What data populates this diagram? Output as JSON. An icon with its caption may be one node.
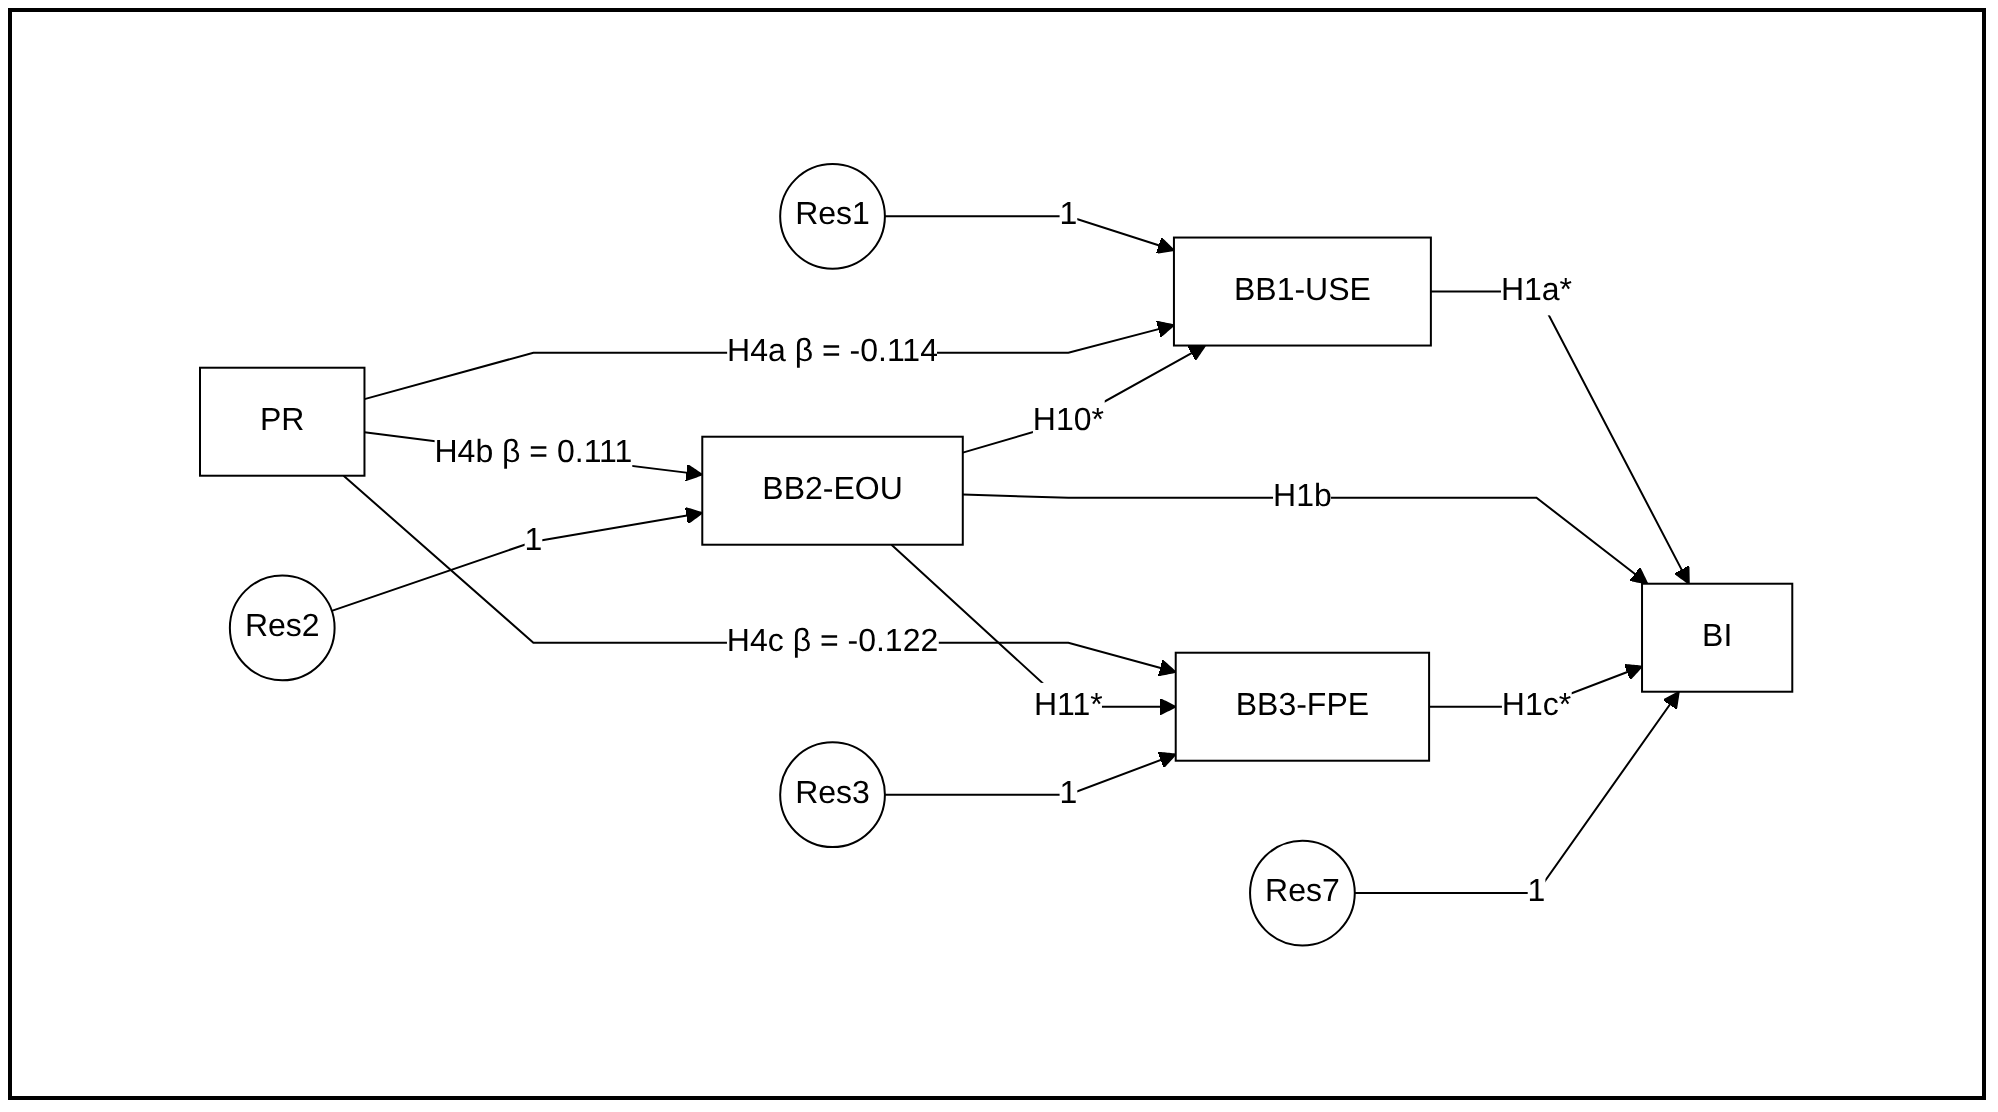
{
  "diagram": {
    "nodes": [
      {
        "text": [
          "Res1"
        ]
      },
      {
        "text": [
          "BB1-USE"
        ]
      },
      {
        "text": [
          "Res2"
        ]
      },
      {
        "text": [
          "PR"
        ]
      },
      {
        "text": [
          "BB2-EOU"
        ]
      },
      {
        "text": [
          "BI"
        ]
      },
      {
        "text": [
          "Res7"
        ]
      },
      {
        "text": [
          "Res3"
        ]
      },
      {
        "text": [
          "BB3-FPE"
        ]
      }
    ],
    "edges": [
      {
        "from": 0,
        "to": 1,
        "arrow": "to",
        "label": "1"
      },
      {
        "from": 3,
        "to": 1,
        "arrow": "to",
        "label": "H4a  β = -0.114"
      },
      {
        "from": 3,
        "to": 4,
        "arrow": "to",
        "label": "H4b  β = 0.111"
      },
      {
        "from": 3,
        "to": 8,
        "arrow": "to",
        "label": "H4c  β = -0.122"
      },
      {
        "from": 4,
        "to": 1,
        "arrow": "to",
        "label": "H10*"
      },
      {
        "from": 4,
        "to": 8,
        "arrow": "to",
        "label": "H11*"
      },
      {
        "from": 1,
        "to": 5,
        "arrow": "to",
        "label": "H1a*"
      },
      {
        "from": 4,
        "to": 5,
        "arrow": "to",
        "label": "H1b"
      },
      {
        "from": 8,
        "to": 5,
        "arrow": "to",
        "label": "H1c*"
      },
      {
        "from": 2,
        "to": 4,
        "arrow": "to",
        "label": "1"
      },
      {
        "from": 7,
        "to": 8,
        "arrow": "to",
        "label": "1"
      },
      {
        "from": 6,
        "to": 5,
        "arrow": "to",
        "label": "1"
      }
    ]
  }
}
